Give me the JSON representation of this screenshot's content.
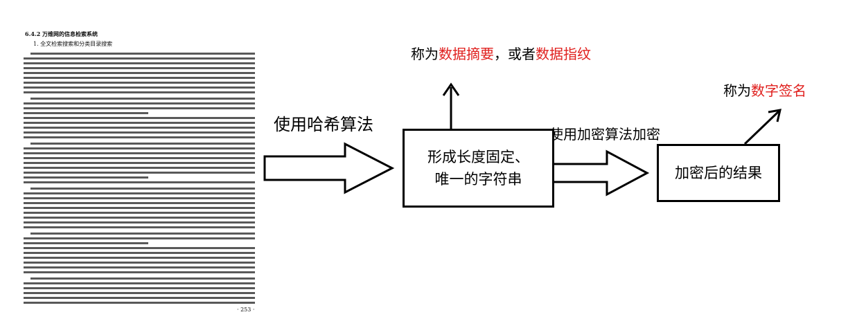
{
  "document": {
    "section_heading": "6.4.2  万维网的信息检索系统",
    "subheading": "1. 全文检索搜索和分类目录搜索",
    "page_number": "· 253 ·"
  },
  "diagram": {
    "hash_label": "使用哈希算法",
    "box_hash": "形成长度固定、\n唯一的字符串",
    "top_label": {
      "prefix": "称为",
      "term1": "数据摘要",
      "middle": "，或者",
      "term2": "数据指纹"
    },
    "encrypt_label": "使用加密算法加密",
    "box_result": "加密后的结果",
    "sig_label": {
      "prefix": "称为",
      "term": "数字签名"
    }
  },
  "colors": {
    "highlight": "#e0201e",
    "stroke": "#000000"
  }
}
